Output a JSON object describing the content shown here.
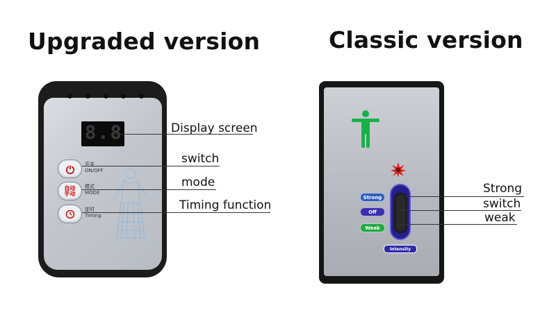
{
  "headings": {
    "upgraded": "Upgraded version",
    "classic": "Classic version"
  },
  "upgraded": {
    "display_value": "8.8",
    "buttons": [
      {
        "icon": "power-icon",
        "name": "switch",
        "cn": "开关",
        "en": "ON/OFF"
      },
      {
        "icon": "auto-manual-icon",
        "name": "mode",
        "cn": "模式",
        "en": "MODE",
        "button_text": "自动\n手动"
      },
      {
        "icon": "clock-icon",
        "name": "timing",
        "cn": "定时",
        "en": "Timing"
      }
    ],
    "callouts": {
      "display": "Display screen",
      "switch": "switch",
      "mode": "mode",
      "timing": "Timing function"
    }
  },
  "classic": {
    "pills": {
      "strong": "Strong",
      "off": "Off",
      "weak": "Weak"
    },
    "intensity_label": "Intensity",
    "callouts": {
      "strong": "Strong",
      "switch": "switch",
      "weak": "weak"
    }
  },
  "colors": {
    "text": "#111111",
    "pill_strong": "#2f5fb8",
    "pill_off": "#3b2fb0",
    "pill_weak": "#23a844",
    "figure_green": "#19b04a",
    "button_red": "#c51818"
  }
}
